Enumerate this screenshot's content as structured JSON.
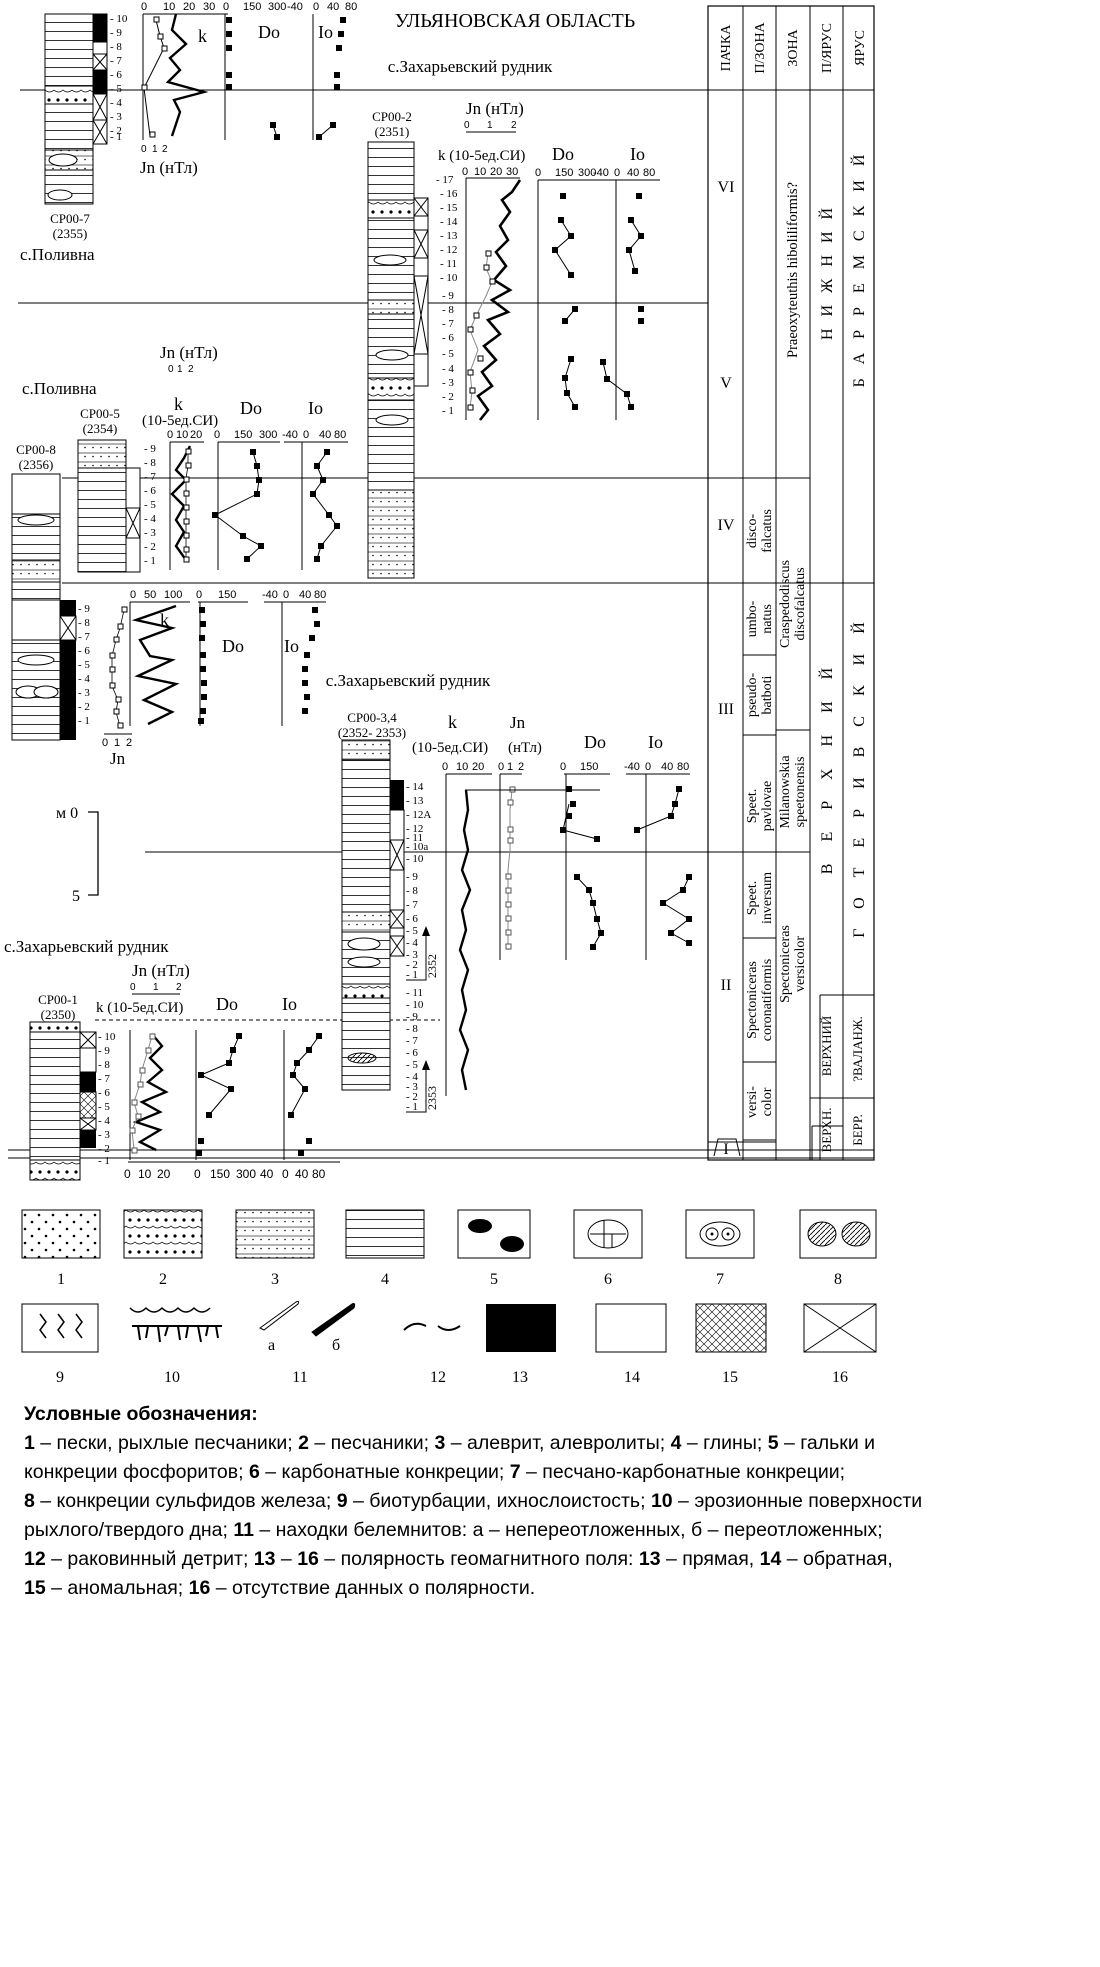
{
  "title": "УЛЬЯНОВСКАЯ ОБЛАСТЬ",
  "header_columns": [
    "ПАЧКА",
    "П/ЗОНА",
    "ЗОНА",
    "П/ЯРУС",
    "ЯРУС"
  ],
  "localities": {
    "zakh_top": "с.Захарьевский рудник",
    "zakh_mid": "с.Захарьевский рудник",
    "zakh_bottom": "с.Захарьевский рудник",
    "polivna_top": "с.Поливна",
    "polivna_mid": "с.Поливна"
  },
  "sections": [
    {
      "id": "CP00-7",
      "code": "(2355)",
      "samples": [
        "- 10",
        "- 9",
        "- 8",
        "- 7",
        "- 6",
        "- 5",
        "- 4",
        "- 3",
        "- 2",
        "- 1"
      ]
    },
    {
      "id": "CP00-2",
      "code": "(2351)",
      "samples": [
        "- 17",
        "- 16",
        "- 15",
        "- 14",
        "- 13",
        "- 12",
        "- 11",
        "- 10",
        "- 9",
        "- 8",
        "- 7",
        "- 6",
        "- 5",
        "- 4",
        "- 3",
        "- 2",
        "- 1"
      ]
    },
    {
      "id": "CP00-5",
      "code": "(2354)",
      "samples": [
        "- 9",
        "- 8",
        "- 7",
        "- 6",
        "- 5",
        "- 4",
        "- 3",
        "- 2",
        "- 1"
      ]
    },
    {
      "id": "CP00-8",
      "code": "(2356)",
      "samples": [
        "- 9",
        "- 8",
        "- 7",
        "- 6",
        "- 5",
        "- 4",
        "- 3",
        "- 2",
        "- 1"
      ]
    },
    {
      "id": "CP00-3,4",
      "code": "(2352- 2353)",
      "samples": [
        "- 14",
        "- 13",
        "- 12A",
        "- 12",
        "- 11",
        "- 10a",
        "- 10",
        "- 9",
        "- 8",
        "- 7",
        "- 6",
        "- 5",
        "- 4",
        "- 3",
        "- 2",
        "- 1",
        "- 11",
        "- 10",
        "- 9",
        "- 8",
        "- 7",
        "- 6",
        "- 5",
        "- 4",
        "- 3",
        "- 2",
        "- 1"
      ],
      "markers": [
        "2352",
        "2353"
      ]
    },
    {
      "id": "CP00-1",
      "code": "(2350)",
      "samples": [
        "- 10",
        "- 9",
        "- 8",
        "- 7",
        "- 6",
        "- 5",
        "- 4",
        "- 3",
        "- 2",
        "- 1"
      ]
    }
  ],
  "param_labels": {
    "jn": "Jn (нТл)",
    "jn_short": "Jn",
    "jn_line2": "(нТл)",
    "k": "k",
    "k_units": "k (10-5ед.СИ)",
    "k_units_b": "(10-5ед.СИ)",
    "d": "Do",
    "i": "Io"
  },
  "scales": {
    "jn_top": [
      "0",
      "1",
      "2"
    ],
    "k_top": [
      "0",
      "10",
      "20",
      "30"
    ],
    "d_top": [
      "0",
      "150",
      "300"
    ],
    "i_top": [
      "-40",
      "0",
      "40",
      "80"
    ],
    "k_cp008": [
      "0",
      "50",
      "100"
    ],
    "d_cp008": [
      "0",
      "150"
    ],
    "i_cp008": [
      "-40",
      "0",
      "40",
      "80"
    ],
    "jn_cp008": [
      "0",
      "1",
      "2"
    ],
    "k_cp003": [
      "0",
      "10",
      "20"
    ],
    "d_cp003": [
      "0",
      "150"
    ],
    "i_cp003": [
      "-40",
      "0",
      "40",
      "80"
    ],
    "bottom": [
      "0",
      "10",
      "20",
      "0",
      "150",
      "300",
      "40",
      "0",
      "40",
      "80"
    ]
  },
  "scale_bar": {
    "top": "м 0",
    "bottom": "5"
  },
  "packs": [
    "VI",
    "V",
    "IV",
    "III",
    "II",
    "I"
  ],
  "subzones": [
    "disco-",
    "falcatus",
    "umbo-",
    "natus",
    "pseudo-",
    "batboti",
    "Speet.",
    "pavlovae",
    "Speet.",
    "inversum",
    "Spectoniceras",
    "coronatiformis",
    "versi-",
    "color"
  ],
  "zones": [
    "Praeoxyteuthis hiboliliformis?",
    "Craspedodiscus",
    "discofalcatus",
    "Milanowskia",
    "speetonensis",
    "Spectoniceras",
    "versicolor"
  ],
  "substages": [
    "НИЖНИЙ",
    "ВЕРХНИЙ",
    "ВЕРХН.",
    "ВЕРХНИЙ"
  ],
  "stages": [
    "БАРРЕМСКИЙ",
    "ГОТЕРИВСКИЙ",
    "?ВАЛАНЖ.",
    "БЕРР."
  ],
  "legend_numbers": [
    "1",
    "2",
    "3",
    "4",
    "5",
    "6",
    "7",
    "8",
    "9",
    "10",
    "11",
    "12",
    "13",
    "14",
    "15",
    "16"
  ],
  "legend_sub": {
    "a": "а",
    "b": "б"
  },
  "legend": {
    "heading": "Условные обозначения:",
    "line1_b1": "1",
    "line1_t1": " – пески, рыхлые песчаники; ",
    "line1_b2": "2",
    "line1_t2": " – песчаники; ",
    "line1_b3": "3",
    "line1_t3": " – алеврит, алевролиты; ",
    "line1_b4": "4",
    "line1_t4": " – глины; ",
    "line1_b5": "5",
    "line1_t5": " – гальки и",
    "line2_t0": "конкреции фосфоритов;  ",
    "line2_b6": "6",
    "line2_t6": " – карбонатные конкреции; ",
    "line2_b7": "7",
    "line2_t7": " – песчано-карбонатные конкреции;",
    "line3_b8": "8",
    "line3_t8": " – конкреции сульфидов железа; ",
    "line3_b9": "9",
    "line3_t9": " – биотурбации, ихнослоистость; ",
    "line3_b10": "10",
    "line3_t10": " – эрозионные поверхности",
    "line4_t0": "рыхлого/твердого дна; ",
    "line4_b11": "11",
    "line4_t11": " – находки белемнитов:  а – непереотложенных, б – переотложенных;",
    "line5_b12": "12",
    "line5_t12": " – раковинный детрит;  ",
    "line5_b13": "13",
    "line5_t13a": " – ",
    "line5_b16": "16",
    "line5_t16": " – полярность геомагнитного поля: ",
    "line5_b13b": "13",
    "line5_t13b": " – прямая, ",
    "line5_b14": "14",
    "line5_t14": " – обратная,",
    "line6_b15": "15",
    "line6_t15": " – аномальная; ",
    "line6_b16": "16",
    "line6_t16": " – отсутствие данных о полярности."
  }
}
